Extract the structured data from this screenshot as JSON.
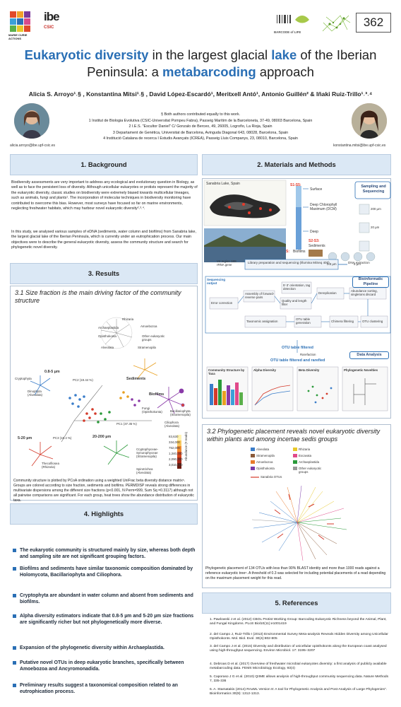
{
  "header": {
    "poster_number": "362",
    "logo_left_1_text": "MARIE CURIE ACTIONS",
    "logo_left_2_text": "ibe",
    "logo_left_3_text": "CSIC",
    "logo_right_1_text": "BARCODE of LIFE"
  },
  "title": {
    "part1": "Eukaryotic diversity",
    "part2": " in the largest glacial ",
    "part3": "lake",
    "part4": " of the Iberian",
    "part5": "Peninsula: a ",
    "part6": "metabarcoding",
    "part7": " approach"
  },
  "authors": "Alicia S. Arroyo¹˒§ , Konstantina Mitsi¹˒§ , David López-Escardó¹, Meritxell Antó¹, Antonio Guillén² & Iñaki Ruiz-Trillo¹˒³˒⁴",
  "affiliations": [
    "§ Both authors contributed equally to this work.",
    "1 Institut de Biologia Evolutiva (CSIC-Universitat Pompeu Fabra), Passeig Marítim de la Barceloneta, 37-49, 08003 Barcelona, Spain",
    "2 I.E.S. \"Escultor Daniel\" C/ Gonzalo de Berceo, 49, 26005, Logroño, La Rioja, Spain",
    "3 Departament de Genètica, Universitat de Barcelona, Avinguda Diagonal 643, 08028, Barcelona, Spain",
    "4 Institució Catalana de recerca I Estudis Avançats (ICREA), Passeig Lluis Companys, 23, 08010, Barcelona, Spain"
  ],
  "emails": {
    "left": "alicia.arroyo@ibe.upf-csic.es",
    "right": "konstantina.mitsi@ibe.upf-csic.es"
  },
  "background": {
    "header": "1. Background",
    "para1": "Biodiversity assessments are very important to address any ecological and evolutionary question in Biology, as well as to face the persistent loss of diversity. Although unicellular eukaryotes or protists represent the majority of the eukaryotic diversity, classic studies on biodiversity were extremely biased towards multicellular lineages, such as animals, fungi and plants¹. The incorporation of molecular techniques in biodiversity monitoring have contributed to overcome this bias. However, most surveys have focused so far on marine environments, neglecting freshwater habitats, which may harbour novel eukaryotic diversity²˒³˒⁴.",
    "para2": "In this study, we analysed various samples of eDNA (sediments, water column and biofilms) from Sanabria lake, the largest glacial lake of the Iberian Peninsula, which is currently under an eutrophication process. Our main objectives were to describe the general eukaryotic diversity, assess the community structure and search for phylogenetic novel diversity."
  },
  "methods": {
    "header": "2. Materials and Methods",
    "map_label": "Sanabria Lake, Spain",
    "sampling_box": "Sampling and Sequencing",
    "s1_label": "S1-S5:",
    "surface": "Surface",
    "dcm": "Deep Chlorophyll Maximum (DCM)",
    "deep": "Deep",
    "s2_label": "S2-S3:",
    "sediments": "Sediments",
    "s_label": "S:",
    "biofilms": "Biofilms",
    "size_200": "200 µm",
    "size_20": "20 µm",
    "size_5": "5 µm",
    "size_08": "0.8 µm",
    "dna_extraction": "DNA extraction",
    "library": "Library preparation and sequencing (Illumina MiSeq 400)",
    "v4_region": "V4 region 18S rRNA gene",
    "seq_output": "Sequencing output",
    "bioinf_box": "Bioinformatic Pipeline",
    "steps": [
      "Error correction",
      "Assembly of forward-reverse pairs",
      "Quality and length filter",
      "5'-3' orientation, tag detection",
      "Dereplication",
      "Abundance sorting, singletons discard",
      "OTU clustering",
      "Chimera filtering",
      "OTU table generation",
      "Taxonomic assignation"
    ],
    "otu_filtered": "OTU table filtered",
    "otu_rarefied": "OTU table filtered and rarefied",
    "rarefaction": "Rarefaction",
    "data_box": "Data Analysis",
    "analyses": [
      "Community Structure by Taxa",
      "Alpha Diversity",
      "Beta Diversity",
      "Phylogenetic Novelties"
    ]
  },
  "results": {
    "header": "3. Results",
    "sub1": "3.1 Size fraction is the main driving factor of the community structure",
    "pca_pc1": "PC1 (37.35 %)",
    "pca_pc2": "PC2 (19.44 %)",
    "pca_pc3": "PC3 (10.4 %)",
    "groups": {
      "sediments": "Sediments",
      "biofilms": "Biofilms",
      "f08": "0.8-5 µm",
      "f520": "5-20 µm",
      "f20200": "20-200 µm"
    },
    "taxa_labels": [
      "Rhizaria",
      "Archaeplastida",
      "Amoebozoa",
      "Opisthokonta",
      "Other eukaryotic groups",
      "Alveolata",
      "Stramenopila",
      "Cryptophyta",
      "Dinophyta (Alveolata)",
      "Fungi (Opisthokonta)",
      "Bacillariophyta (Stramenopila)",
      "Ciliophora (Alveolata)",
      "Thecofilosea (Rhizaria)",
      "Cryptophyceae-Synurophyceae (Stramenopila)",
      "Spirotrichea (Alveolata)"
    ],
    "abundance_title": "Abundance (# reads)",
    "abundance_ticks": [
      "83,630",
      "334,000",
      "752,000",
      "1,340,000",
      "2,090,000",
      "3,010,000"
    ],
    "caption1": "Community structure is plotted by PCoA ordination using a weighted UniFrac beta diversity distance matrix⁵. Groups are colored according to size fraction, sediments and biofilms. PERMDISP reveals strong differences in multivariate dispersions among the different size fractions (p<0.001, N Perm=999, Sum Sq =0.3117) although not all pairwise comparisons are significant. For each group, heat trees show the abundance distribution of eukaryotic taxa.",
    "sub2": "3.2 Phylogenetic placement reveals novel eukaryotic diversity within plants and among incertae sedis groups",
    "legend": [
      "Alveolata",
      "Rhizaria",
      "Stramenopila",
      "Excavata",
      "Amoebozoa",
      "Archaeplastida",
      "Opisthokonta",
      "Other eukaryotic groups"
    ],
    "sanabria_otus": "Sanabria OTUs",
    "caption2": "Phylogenetic placement of 134 OTUs with less than 90% BLAST identity and more than 1000 reads against a reference eukaryotic tree⁶. A threshold of 0.3 was selected for including potential placements of a read depending on the maximum placement weight for this read."
  },
  "highlights": {
    "header": "4. Highlights",
    "items": [
      "The eukaryotic community is structured mainly by size, whereas both depth and sampling site are not significant grouping factors.",
      "Biofilms and sediments have similar taxonomic composition dominated by Holomycota, Bacillariophyta and Ciliophora.",
      "Cryptophyta are abundant in water column and absent from sediments and biofilms.",
      "Alpha diversity estimators indicate that 0.8-5 µm and 5-20 µm size fractions are significantly richer but not phylogenetically more diverse.",
      "Expansion of the phylogenetic diversity within Archaeplastida.",
      "Putative novel OTUs in deep eukaryotic branches, specifically between Amoebozoa and Ancyromonadida.",
      "Preliminary results suggest a taxonomical composition related to an eutrophication process."
    ]
  },
  "references": {
    "header": "5. References",
    "items": [
      "1.  Pawlowski J et al. (2012) CBOL Protist Working Group: Barcoding Eukaryotic Richness beyond the Animal, Plant, and Fungal Kingdoms. PLoS Biol10(11):e1001419",
      "2.  del Campo J, Ruiz-Trillo I (2013) Environmental Survey Meta-analysis Reveals Hidden Diversity among Unicellular Opisthokonts. Mol. Biol. Evol. 30(4):802-805",
      "3.  del Campo J et al. (2015) Diversity and distribution of unicellular opisthokonts along the European coast analysed using high-throughput sequencing. Environ Microbiol. 17: 3195–3207",
      "4.  Debroas D et al. (2017) Overview of freshwater microbial eukaryotes diversity: a first analysis of publicly available metabarcoding data. FEMS Microbiology Ecology, 93(4)",
      "5.  Caporaso J G et al. (2010) QIIME allows analysis of high-throughput community sequencing data. Nature Methods 7, 335-336",
      "6.  A. Stamatakis (2014) RAxML Version 8: A tool for Phylogenetic Analysis and Post-Analysis of Large Phylogenies\". Bioinformatics 30(9): 1312-1313."
    ]
  },
  "colors": {
    "accent": "#2a6fb5",
    "section_bg": "#dbe8f5",
    "f08": "#3a7dc9",
    "f520": "#d43a2a",
    "f20200": "#2a9a3a",
    "sediments": "#e8a020",
    "biofilms": "#8a3aa8"
  }
}
